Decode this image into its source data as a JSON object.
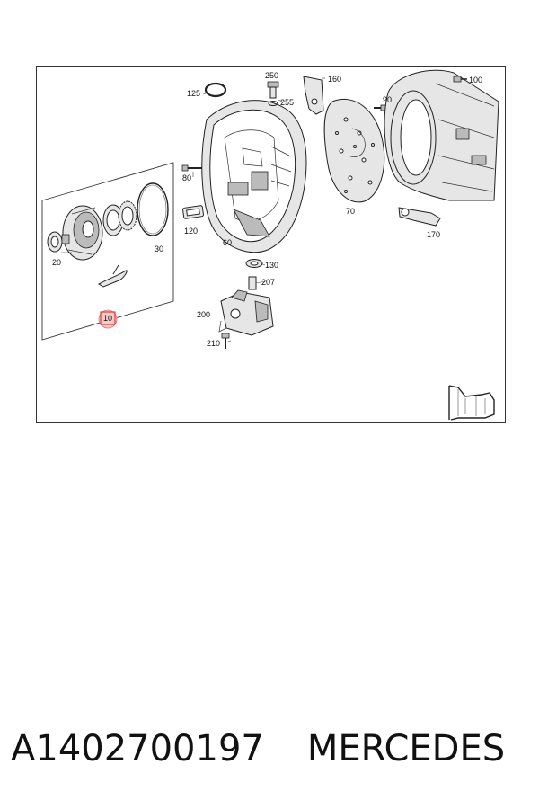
{
  "diagram": {
    "part_labels": [
      {
        "id": "p125",
        "text": "125"
      },
      {
        "id": "p250",
        "text": "250"
      },
      {
        "id": "p255",
        "text": "255"
      },
      {
        "id": "p160",
        "text": "160"
      },
      {
        "id": "p100",
        "text": "100"
      },
      {
        "id": "p90",
        "text": "90"
      },
      {
        "id": "p80",
        "text": "80"
      },
      {
        "id": "p70",
        "text": "70"
      },
      {
        "id": "p120",
        "text": "120"
      },
      {
        "id": "p60",
        "text": "60"
      },
      {
        "id": "p170",
        "text": "170"
      },
      {
        "id": "p20",
        "text": "20"
      },
      {
        "id": "p30",
        "text": "30"
      },
      {
        "id": "p130",
        "text": "130"
      },
      {
        "id": "p207",
        "text": "207"
      },
      {
        "id": "p200",
        "text": "200"
      },
      {
        "id": "p210",
        "text": "210"
      },
      {
        "id": "p10",
        "text": "10"
      }
    ],
    "highlighted_part": "10",
    "highlight_color": "#e04040"
  },
  "caption": {
    "part_number": "A1402700197",
    "brand": "MERCEDES"
  }
}
